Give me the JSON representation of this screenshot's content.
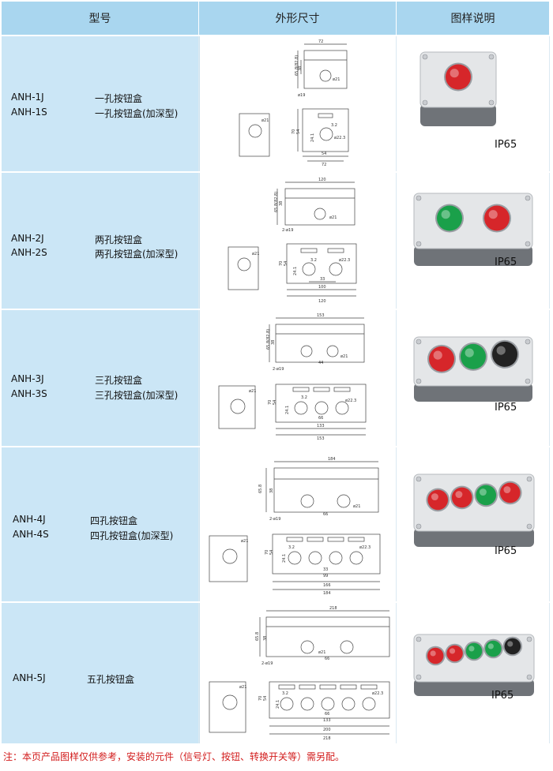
{
  "header": {
    "col_model": "型号",
    "col_dims": "外形尺寸",
    "col_photo": "图样说明"
  },
  "rows": [
    {
      "codes": [
        "ANH-1J",
        "ANH-1S"
      ],
      "names": [
        "一孔按钮盒",
        "一孔按钮盒(加深型)"
      ],
      "rating": "IP65",
      "dims": {
        "width": "72",
        "height": "65.8(82.8)",
        "h2": "38",
        "hole": "ø21",
        "side_hole": "ø21",
        "screw": "ø19",
        "v1": "70",
        "v2": "54",
        "v3": "24.1",
        "v4": "3.2",
        "hole2": "ø22.3",
        "w1": "54",
        "w2": "72"
      },
      "buttons": [
        "#d6262a"
      ]
    },
    {
      "codes": [
        "ANH-2J",
        "ANH-2S"
      ],
      "names": [
        "两孔按钮盒",
        "两孔按钮盒(加深型)"
      ],
      "rating": "IP65",
      "dims": {
        "width": "120",
        "height": "65.8(82.8)",
        "h2": "38",
        "hole": "ø21",
        "side_hole": "ø21",
        "screw": "2-ø19",
        "v1": "70",
        "v2": "54",
        "v3": "24.1",
        "v4": "3.2",
        "hole2": "ø22.3",
        "pitch": "33",
        "w1": "100",
        "w2": "120"
      },
      "buttons": [
        "#1aa04a",
        "#d6262a"
      ]
    },
    {
      "codes": [
        "ANH-3J",
        "ANH-3S"
      ],
      "names": [
        "三孔按钮盒",
        "三孔按钮盒(加深型)"
      ],
      "rating": "IP65",
      "dims": {
        "width": "153",
        "height": "65.8(82.8)",
        "h2": "38",
        "hole": "ø21",
        "side_hole": "ø21",
        "screw": "2-ø19",
        "pitch_top": "44",
        "v1": "70",
        "v2": "54",
        "v3": "24.1",
        "v4": "3.2",
        "hole2": "ø22.3",
        "pitch": "66",
        "w1": "133",
        "w2": "153"
      },
      "buttons": [
        "#d6262a",
        "#1aa04a",
        "#222222"
      ]
    },
    {
      "codes": [
        "ANH-4J",
        "ANH-4S"
      ],
      "names": [
        "四孔按钮盒",
        "四孔按钮盒(加深型)"
      ],
      "rating": "IP65",
      "dims": {
        "width": "184",
        "height": "65.8",
        "h2": "38",
        "hole": "ø21",
        "side_hole": "ø21",
        "screw": "2-ø19",
        "pitch_top": "66",
        "v1": "70",
        "v2": "54",
        "v3": "24.1",
        "v4": "3.2",
        "hole2": "ø22.3",
        "pitch": "33",
        "p2": "99",
        "w1": "166",
        "w2": "184"
      },
      "buttons": [
        "#d6262a",
        "#d6262a",
        "#1aa04a",
        "#d6262a"
      ]
    },
    {
      "codes": [
        "ANH-5J"
      ],
      "names": [
        "五孔按钮盒"
      ],
      "rating": "IP65",
      "dims": {
        "width": "218",
        "height": "65.8",
        "h2": "38",
        "hole": "ø21",
        "side_hole": "ø21",
        "screw": "2-ø19",
        "pitch_top": "66",
        "v1": "70",
        "v2": "54",
        "v3": "24.1",
        "v4": "3.2",
        "hole2": "ø22.3",
        "pitch": "66",
        "p2": "133",
        "w1": "200",
        "w2": "218"
      },
      "buttons": [
        "#d6262a",
        "#d6262a",
        "#1aa04a",
        "#1aa04a",
        "#222222"
      ]
    }
  ],
  "note": "注：本页产品图样仅供参考，安装的元件（信号灯、按钮、转换开关等）需另配。"
}
